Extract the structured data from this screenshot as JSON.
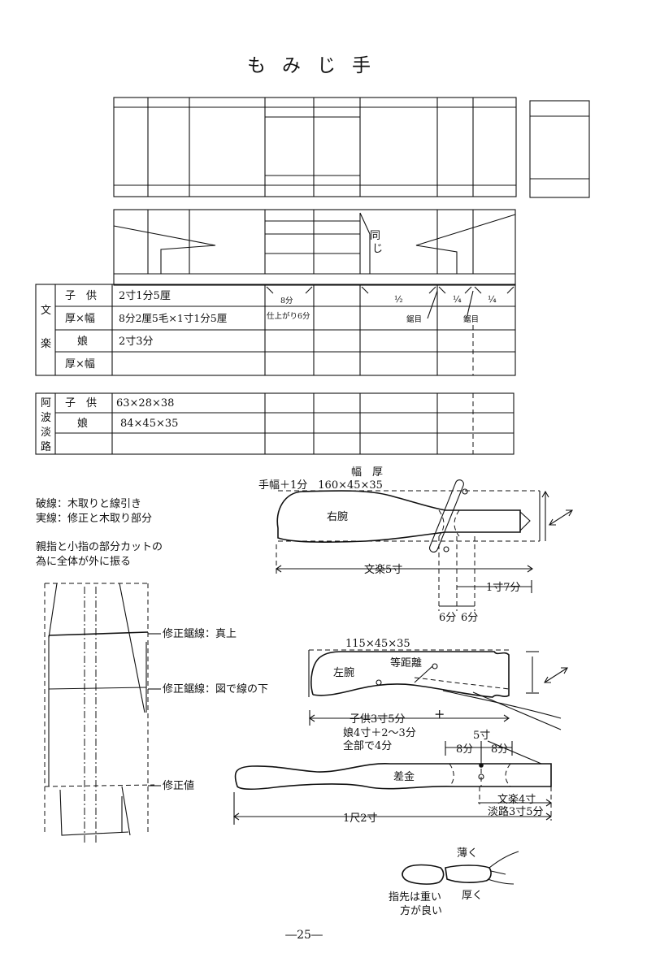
{
  "title": "もみじ手",
  "onaji": [
    "同",
    "じ"
  ],
  "bunraku": {
    "group_label": [
      "文",
      "楽"
    ],
    "rows": [
      {
        "label": "子　供",
        "value": "2寸1分5厘"
      },
      {
        "label": "厚×幅",
        "value": "8分2厘5毛×1寸1分5厘"
      },
      {
        "label": "娘",
        "value": "2寸3分"
      },
      {
        "label": "厚×幅",
        "value": ""
      }
    ],
    "dims": {
      "eight_bu": "8分",
      "finish": "仕上がり6分",
      "half": "½",
      "quarter1": "¼",
      "quarter2": "¼",
      "saw1": "鋸目",
      "saw2": "鋸目"
    }
  },
  "awaji": {
    "group_label": [
      "阿",
      "波",
      "淡",
      "路"
    ],
    "rows": [
      {
        "label": "子　供",
        "value": "63×28×38"
      },
      {
        "label": "娘",
        "value": "84×45×35"
      },
      {
        "label": "",
        "value": ""
      }
    ]
  },
  "notes": {
    "line1": "破線：木取りと線引き",
    "line2": "実線：修正と木取り部分",
    "line3": "親指と小指の部分カットの",
    "line4": "為に全体が外に振る"
  },
  "profile_labels": {
    "saw_true": "修正鋸線：真上",
    "saw_below": "修正鋸線：図で線の下",
    "correction": "修正値"
  },
  "right_arm": {
    "header": "幅　厚",
    "dims": "手幅＋1分　160×45×35",
    "name": "右腕",
    "length": "文楽5寸",
    "one_sun": "1寸7分",
    "six_a": "6分",
    "six_b": "6分"
  },
  "left_arm": {
    "dims": "115×45×35",
    "name": "左腕",
    "equidistant": "等距離",
    "child": "子供3寸5分",
    "daughter": "娘4寸＋2～3分",
    "total": "全部で4分",
    "plus": "+"
  },
  "sashigane": {
    "five_sun": "5寸",
    "eight_a": "8分",
    "eight_b": "8分",
    "name": "差金",
    "bunraku": "文楽4寸",
    "awaji": "淡路3寸5分",
    "length": "1尺2寸"
  },
  "finger": {
    "thin": "薄く",
    "thick": "厚く",
    "note1": "指先は重い",
    "note2": "方が良い"
  },
  "page_number": "―25―"
}
